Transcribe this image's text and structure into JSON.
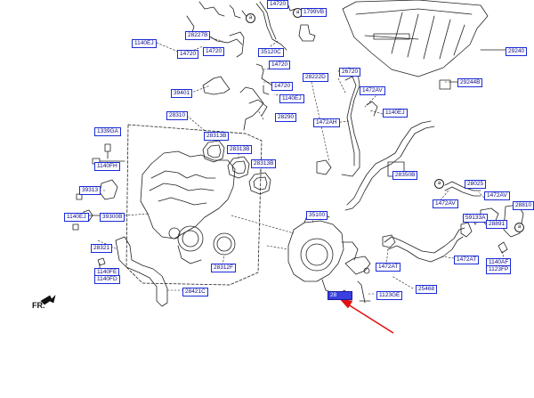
{
  "colors": {
    "label_border": "#1a2bd6",
    "label_text": "#0a0a8a",
    "highlight": "#3a3fe0",
    "arrow": "#e01010",
    "line": "#222222"
  },
  "front_label": "FR.",
  "callout_letter": "a",
  "labels": {
    "l1": "14720",
    "l2": "1799VB",
    "l3": "1140EJ",
    "l4": "28227B",
    "l5": "14720",
    "l6": "14720",
    "l7": "35120C",
    "l8": "14720",
    "l9": "28222D",
    "l10": "26720",
    "l11": "29240",
    "l12": "1472AV",
    "l13": "14720",
    "l14": "39401",
    "l15": "1140EJ",
    "l16": "1140EJ",
    "l17": "28310",
    "l18": "28290",
    "l19": "1472AH",
    "l20": "29244B",
    "l21": "1339GA",
    "l22": "28313B",
    "l23": "28313B",
    "l24": "28313B",
    "l25": "1140FH",
    "l26": "28350B",
    "l27": "28025",
    "l28": "1472AV",
    "l29": "1472AV",
    "l30": "28810",
    "l31": "39313",
    "l32": "39300B",
    "l33": "1140EJ",
    "l34": "35100",
    "l35": "59133A",
    "l36": "28891",
    "l37": "28321",
    "l38": "1140AF",
    "l39": "1123FP",
    "l40": "1140FE",
    "l41": "1140FD",
    "l42": "28312F",
    "l43": "1472AT",
    "l44": "1472AT",
    "l45": "28421C",
    "l46": "25468",
    "l47": "1123GE",
    "l48": "28"
  }
}
